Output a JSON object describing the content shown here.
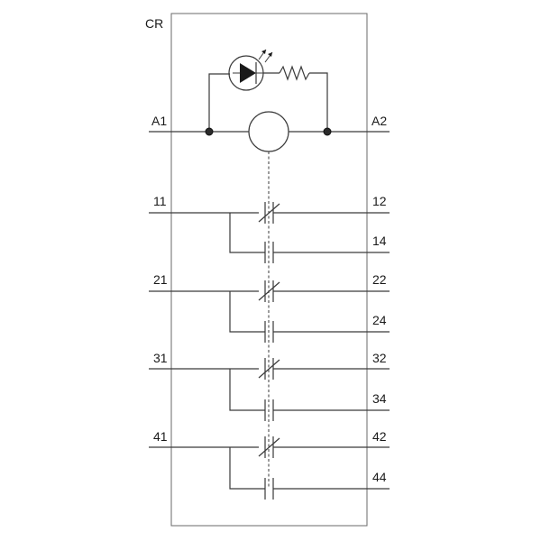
{
  "device": {
    "label": "CR"
  },
  "coil": {
    "left_terminal": "A1",
    "right_terminal": "A2"
  },
  "contact_groups": [
    {
      "common": "11",
      "nc": "12",
      "no": "14"
    },
    {
      "common": "21",
      "nc": "22",
      "no": "24"
    },
    {
      "common": "31",
      "nc": "32",
      "no": "34"
    },
    {
      "common": "41",
      "nc": "42",
      "no": "44"
    }
  ],
  "colors": {
    "line": "#3a3a3a",
    "frame": "#6a6a6a",
    "text": "#1a1a1a"
  },
  "icons": [
    "led-icon",
    "resistor-icon",
    "coil-icon"
  ]
}
